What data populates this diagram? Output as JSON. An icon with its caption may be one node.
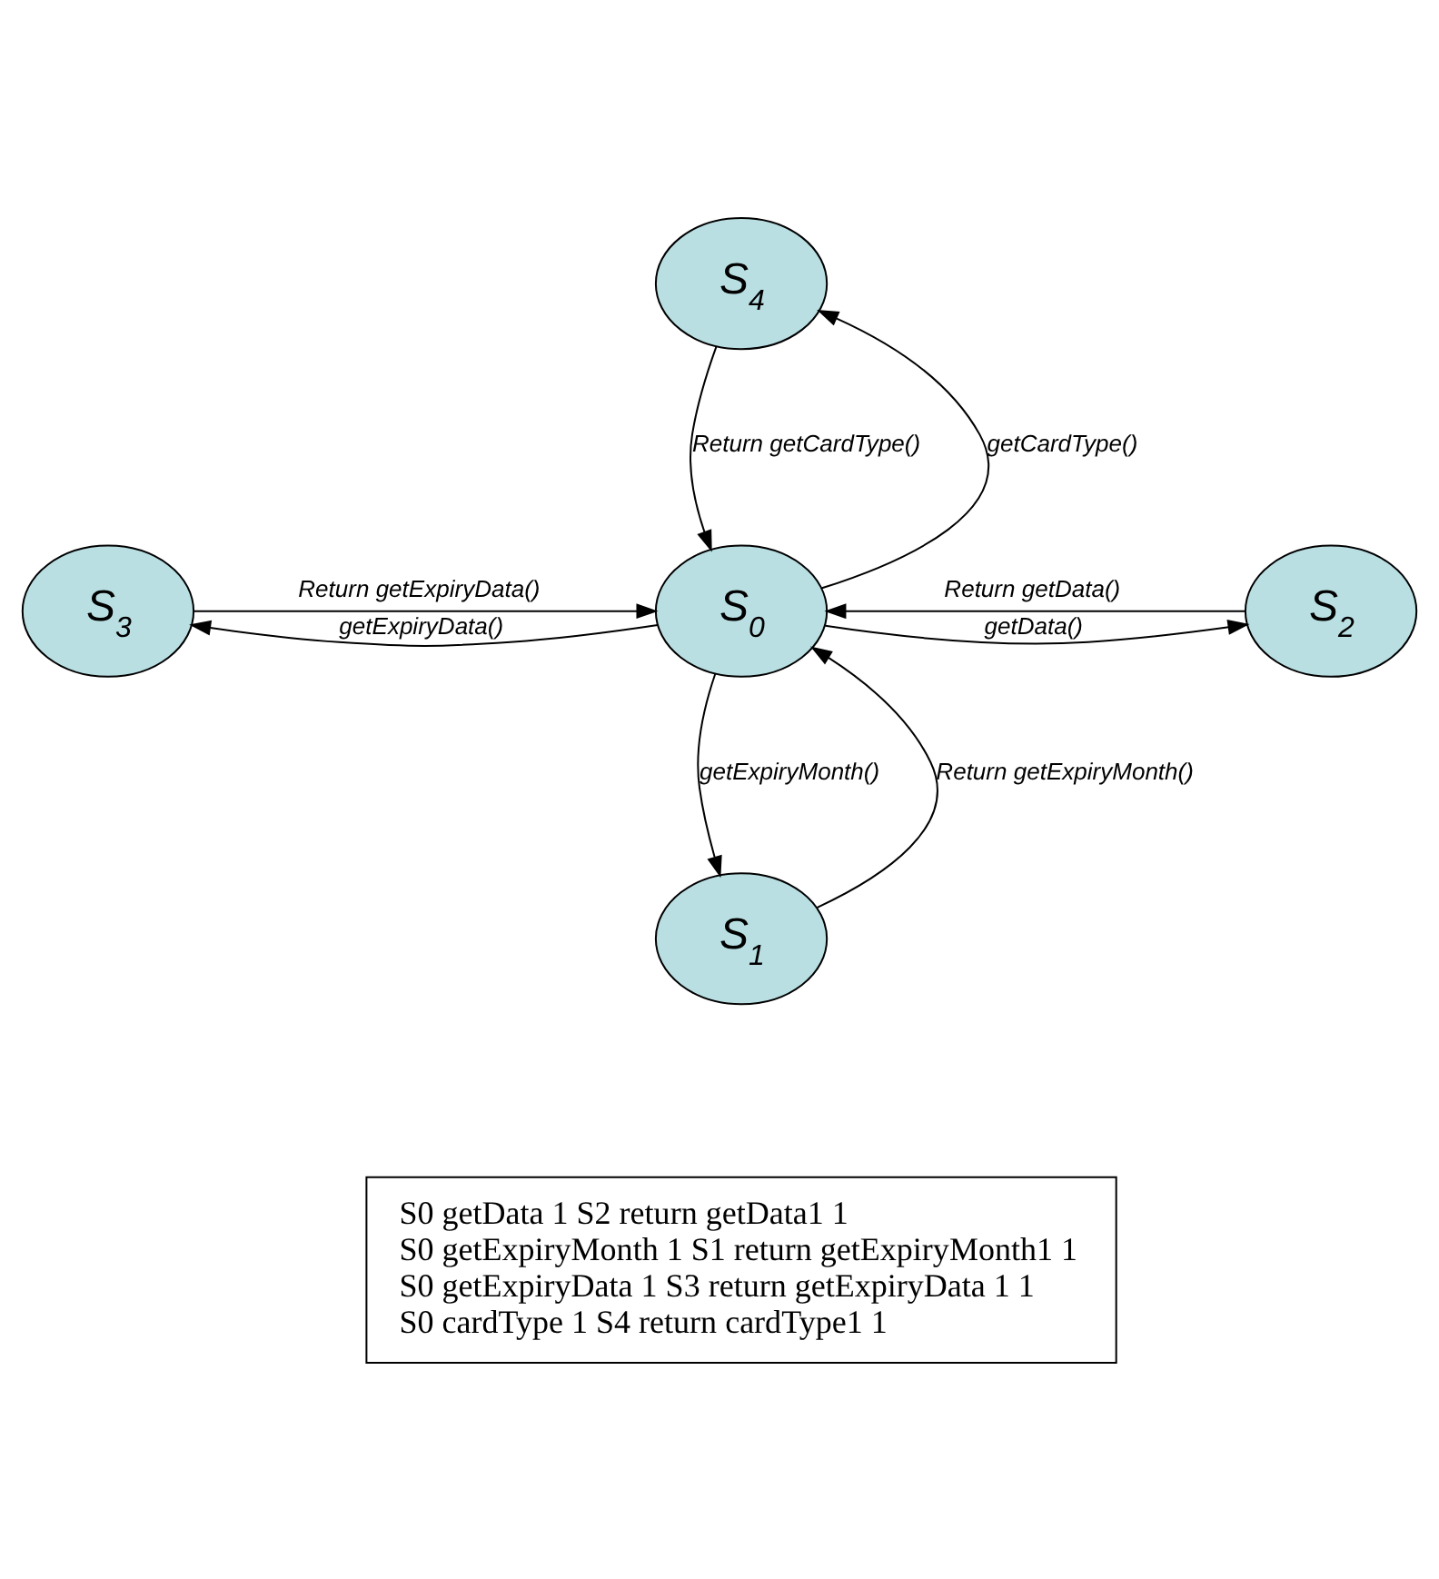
{
  "diagram": {
    "nodes": [
      {
        "text": [
          "S$_{4}$"
        ]
      },
      {
        "text": [
          "S$_{3}$"
        ]
      },
      {
        "text": [
          "S$_{0}$"
        ]
      },
      {
        "text": [
          "S$_{2}$"
        ]
      },
      {
        "text": [
          "S$_{1}$"
        ]
      },
      {
        "text": [
          "S0 getData 1 S2 return getData1 1",
          "S0 getExpiryMonth 1 S1 return getExpiryMonth1 1",
          "S0 getExpiryData 1 S3 return getExpiryData 1 1",
          "S0 cardType 1 S4 return cardType1 1"
        ]
      }
    ],
    "edges": [
      {
        "from": 2,
        "to": 0,
        "arrow": "to",
        "label": "getCardType()"
      },
      {
        "from": 0,
        "to": 2,
        "arrow": "to",
        "label": "Return getCardType()"
      },
      {
        "from": 2,
        "to": 1,
        "arrow": "to",
        "label": "getExpiryData()"
      },
      {
        "from": 2,
        "to": 3,
        "arrow": "to",
        "label": "getData()"
      },
      {
        "from": 1,
        "to": 2,
        "arrow": "to",
        "label": "Return getExpiryData()"
      },
      {
        "from": 3,
        "to": 2,
        "arrow": "to",
        "label": "Return getData()"
      },
      {
        "from": 2,
        "to": 4,
        "arrow": "to",
        "label": "getExpiryMonth()"
      },
      {
        "from": 4,
        "to": 2,
        "arrow": "to",
        "label": "Return getExpiryMonth()"
      }
    ]
  }
}
